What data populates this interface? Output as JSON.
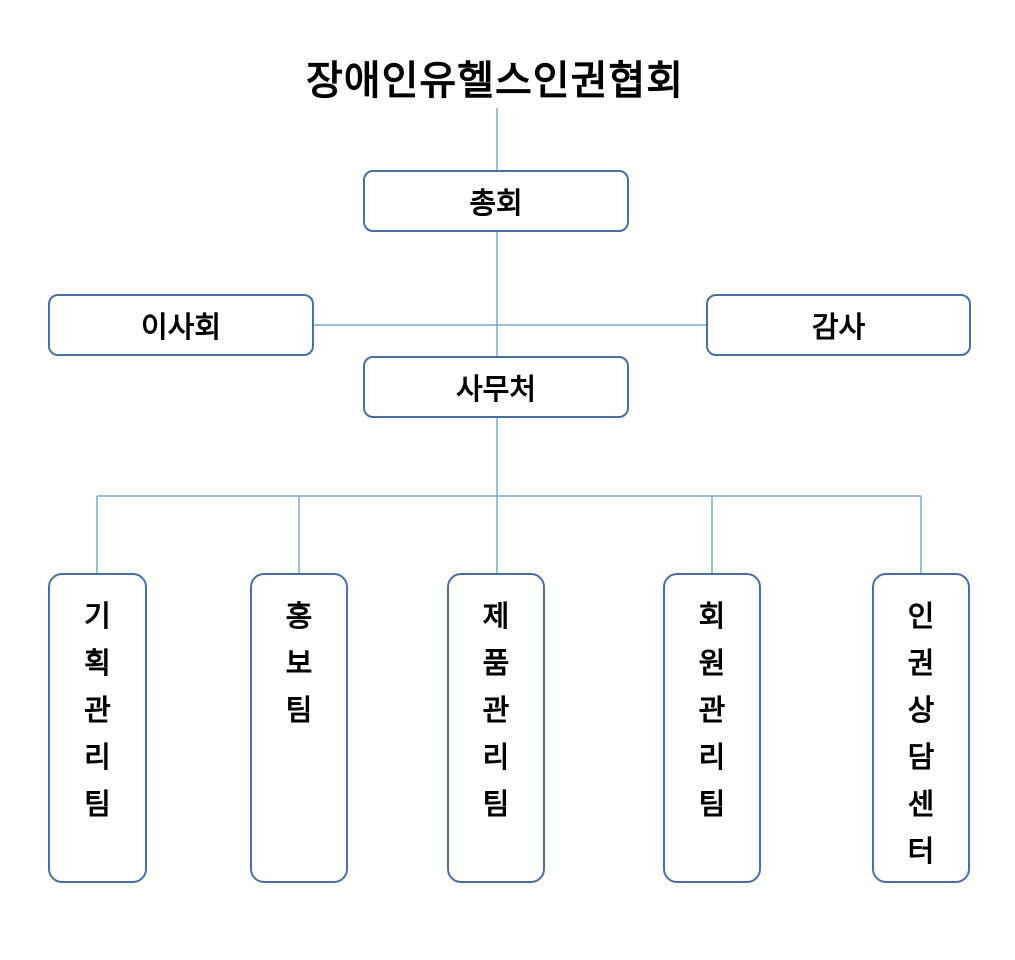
{
  "title": "장애인유헬스인권협회",
  "general_assembly": "총회",
  "board": "이사회",
  "audit": "감사",
  "secretariat": "사무처",
  "teams": [
    {
      "label": "기\n획\n관\n리\n팀"
    },
    {
      "label": "홍\n보\n팀"
    },
    {
      "label": "제\n품\n관\n리\n팀"
    },
    {
      "label": "회\n원\n관\n리\n팀"
    },
    {
      "label": "인\n권\n상\n담\n센\n터"
    }
  ],
  "colors": {
    "line": "#7fa6cf",
    "border": "#4a6ea8"
  }
}
